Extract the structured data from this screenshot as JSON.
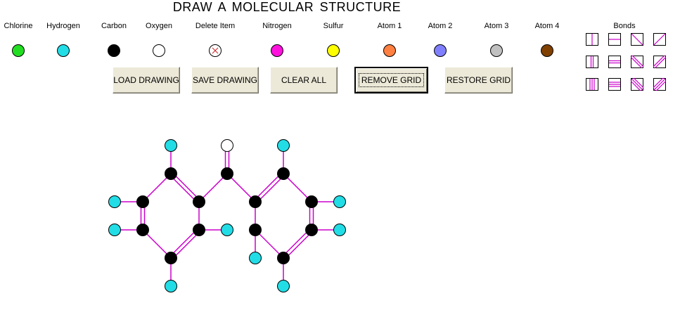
{
  "title": "DRAW A  MOLECULAR  STRUCTURE",
  "palette": [
    {
      "label": "Chlorine",
      "color": "#22dd22"
    },
    {
      "label": "Hydrogen",
      "color": "#22dde6"
    },
    {
      "label": "Carbon",
      "color": "#000000"
    },
    {
      "label": "Oxygen",
      "color": "#ffffff"
    },
    {
      "label": "Delete Item",
      "color": "#ffffff",
      "icon": "delete-x-icon"
    },
    {
      "label": "Nitrogen",
      "color": "#ff11dd"
    },
    {
      "label": "Sulfur",
      "color": "#ffff00"
    },
    {
      "label": "Atom 1",
      "color": "#ff8040"
    },
    {
      "label": "Atom 2",
      "color": "#8080ff"
    },
    {
      "label": "Atom 3",
      "color": "#c0c0c0"
    },
    {
      "label": "Atom 4",
      "color": "#804000"
    }
  ],
  "buttons": {
    "load": "LOAD DRAWING",
    "save": "SAVE DRAWING",
    "clear": "CLEAR ALL",
    "remove_grid": "REMOVE GRID",
    "restore_grid": "RESTORE GRID"
  },
  "bonds": {
    "label": "Bonds",
    "types": [
      "single-vertical",
      "single-horizontal",
      "single-diagonal-down",
      "single-diagonal-up",
      "double-vertical",
      "double-horizontal",
      "double-diagonal-down",
      "double-diagonal-up",
      "triple-vertical",
      "triple-horizontal",
      "triple-diagonal-down",
      "triple-diagonal-up"
    ]
  },
  "colors": {
    "bond": "#cc00cc",
    "button_face": "#ece9d8"
  },
  "molecule": {
    "atoms": [
      {
        "id": "H1",
        "element": "Hydrogen"
      },
      {
        "id": "O1",
        "element": "Oxygen"
      },
      {
        "id": "H2",
        "element": "Hydrogen"
      },
      {
        "id": "C1",
        "element": "Carbon"
      },
      {
        "id": "C2",
        "element": "Carbon"
      },
      {
        "id": "C3",
        "element": "Carbon"
      },
      {
        "id": "H3",
        "element": "Hydrogen"
      },
      {
        "id": "C4",
        "element": "Carbon"
      },
      {
        "id": "C5",
        "element": "Carbon"
      },
      {
        "id": "C6",
        "element": "Carbon"
      },
      {
        "id": "C7",
        "element": "Carbon"
      },
      {
        "id": "H4",
        "element": "Hydrogen"
      },
      {
        "id": "H5",
        "element": "Hydrogen"
      },
      {
        "id": "C8",
        "element": "Carbon"
      },
      {
        "id": "C9",
        "element": "Carbon"
      },
      {
        "id": "H6",
        "element": "Hydrogen"
      },
      {
        "id": "C10",
        "element": "Carbon"
      },
      {
        "id": "C11",
        "element": "Carbon"
      },
      {
        "id": "H7",
        "element": "Hydrogen"
      },
      {
        "id": "H8",
        "element": "Hydrogen"
      },
      {
        "id": "C12",
        "element": "Carbon"
      },
      {
        "id": "C13",
        "element": "Carbon"
      },
      {
        "id": "H9",
        "element": "Hydrogen"
      },
      {
        "id": "H10",
        "element": "Hydrogen"
      }
    ],
    "bonds": [
      {
        "a": "H1",
        "b": "C1",
        "order": 1
      },
      {
        "a": "O1",
        "b": "C2",
        "order": 2
      },
      {
        "a": "H2",
        "b": "C3",
        "order": 1
      },
      {
        "a": "C1",
        "b": "C4",
        "order": 1
      },
      {
        "a": "C1",
        "b": "C5",
        "order": 2
      },
      {
        "a": "C5",
        "b": "C2",
        "order": 1
      },
      {
        "a": "C2",
        "b": "C6",
        "order": 1
      },
      {
        "a": "C6",
        "b": "C3",
        "order": 2
      },
      {
        "a": "C3",
        "b": "C7",
        "order": 1
      },
      {
        "a": "H3",
        "b": "C4",
        "order": 1
      },
      {
        "a": "C7",
        "b": "H4",
        "order": 1
      },
      {
        "a": "C4",
        "b": "C8",
        "order": 2
      },
      {
        "a": "C5",
        "b": "C9",
        "order": 1
      },
      {
        "a": "C6",
        "b": "C10",
        "order": 1
      },
      {
        "a": "C7",
        "b": "C11",
        "order": 2
      },
      {
        "a": "H5",
        "b": "C8",
        "order": 1
      },
      {
        "a": "C9",
        "b": "H6",
        "order": 1
      },
      {
        "a": "C11",
        "b": "H7",
        "order": 1
      },
      {
        "a": "C10",
        "b": "H8",
        "order": 1
      },
      {
        "a": "C8",
        "b": "C12",
        "order": 1
      },
      {
        "a": "C9",
        "b": "C12",
        "order": 2
      },
      {
        "a": "C10",
        "b": "C13",
        "order": 1
      },
      {
        "a": "C11",
        "b": "C13",
        "order": 2
      },
      {
        "a": "C12",
        "b": "H9",
        "order": 1
      },
      {
        "a": "C13",
        "b": "H10",
        "order": 1
      }
    ]
  }
}
